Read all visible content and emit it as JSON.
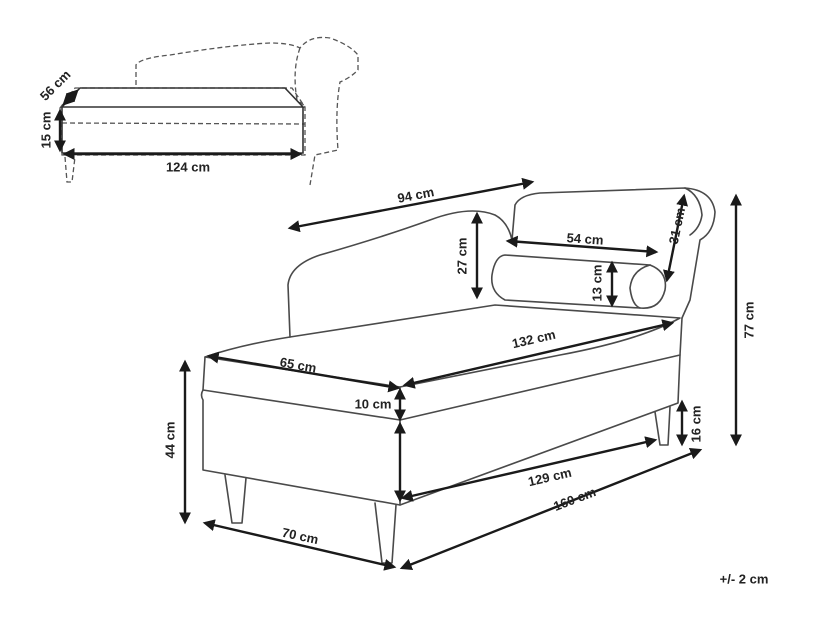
{
  "thumbnail": {
    "depth": "56 cm",
    "height": "15 cm",
    "length": "124 cm"
  },
  "main": {
    "backrest_length": "94 cm",
    "armrest_height": "27 cm",
    "bolster_length": "54 cm",
    "backroll_height": "31 cm",
    "bolster_diameter": "13 cm",
    "total_height": "77 cm",
    "seat_length": "132 cm",
    "seat_depth": "65 cm",
    "cushion_height": "10 cm",
    "seat_height": "44 cm",
    "leg_height": "16 cm",
    "base_length": "129 cm",
    "total_length": "160 cm",
    "total_depth": "70 cm"
  },
  "tolerance": "+/- 2 cm"
}
